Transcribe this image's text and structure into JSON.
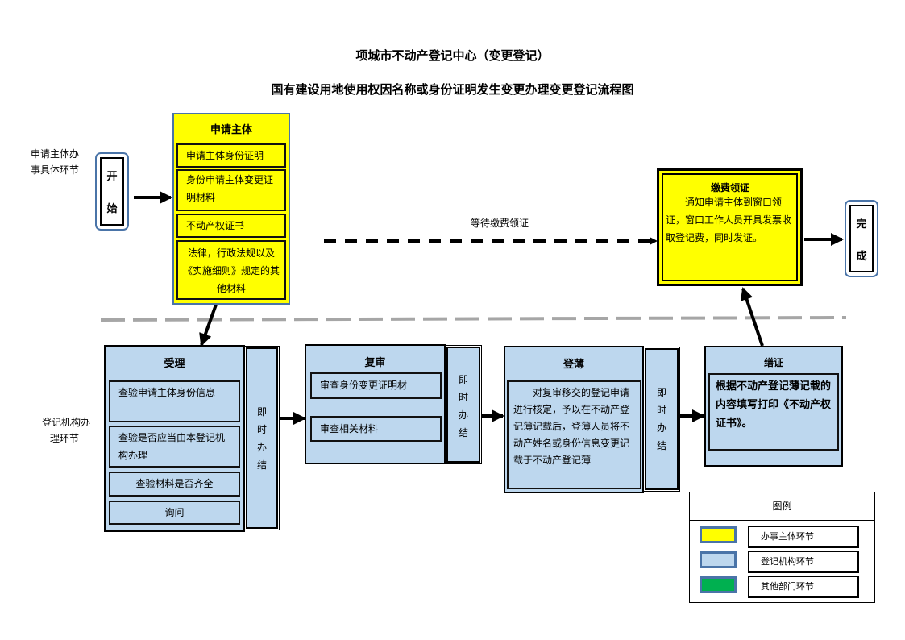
{
  "titles": {
    "main": "项城市不动产登记中心（变更登记）",
    "sub": "国有建设用地使用权因名称或身份证明发生变更办理变更登记流程图"
  },
  "lanes": {
    "applicant": [
      "申请主体办",
      "事具体环节"
    ],
    "agency": [
      "登记机构办",
      "理环节"
    ]
  },
  "start": [
    "开",
    "始"
  ],
  "end": [
    "完",
    "成"
  ],
  "applicant_box": {
    "title": "申请主体",
    "items": [
      "申请主体身份证明",
      "身份申请主体变更证明材料",
      "不动产权证书",
      "法律，行政法规以及《实施细则》规定的其他材料"
    ]
  },
  "wait_label": "等待缴费领证",
  "fee_box": {
    "title": "缴费领证",
    "text": "通知申请主体到窗口领证，窗口工作人员开具发票收取登记费，同时发证。"
  },
  "steps": [
    {
      "title": "受理",
      "items": [
        "查验申请主体身份信息",
        "查验是否应当由本登记机构办理",
        "查验材料是否齐全",
        "询问"
      ],
      "side": [
        "即",
        "时",
        "办",
        "结"
      ]
    },
    {
      "title": "复审",
      "items": [
        "审查身份变更证明材",
        "审查相关材料"
      ],
      "side": [
        "即",
        "时",
        "办",
        "结"
      ]
    },
    {
      "title": "登薄",
      "items": [
        "对复审移交的登记申请进行核定，予以在不动产登记薄记载后，登薄人员将不动产姓名或身份信息变更记载于不动产登记薄"
      ],
      "side": [
        "即",
        "时",
        "办",
        "结"
      ]
    },
    {
      "title": "缮证",
      "items": [
        "根据不动产登记薄记载的内容填写打印《不动产权证书》。"
      ]
    }
  ],
  "legend": {
    "title": "图例",
    "entries": [
      {
        "label": "办事主体环节",
        "color": "#ffff00"
      },
      {
        "label": "登记机构环节",
        "color": "#bdd7ee"
      },
      {
        "label": "其他部门环节",
        "color": "#00b050"
      }
    ]
  }
}
